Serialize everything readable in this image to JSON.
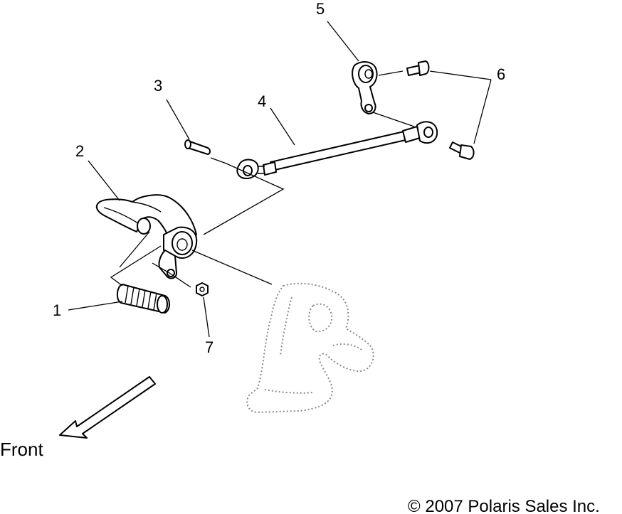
{
  "callouts": {
    "c1": "1",
    "c2": "2",
    "c3": "3",
    "c4": "4",
    "c5": "5",
    "c6": "6",
    "c7": "7"
  },
  "front_label": "Front",
  "copyright": "© 2007 Polaris Sales Inc."
}
